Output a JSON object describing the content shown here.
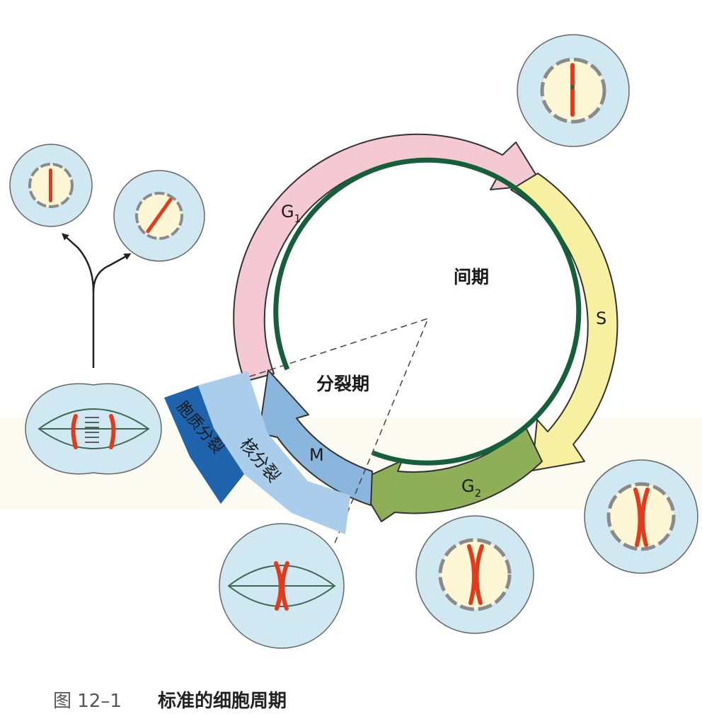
{
  "labels": {
    "g1": "G",
    "g1_sub": "1",
    "s": "S",
    "g2": "G",
    "g2_sub": "2",
    "m": "M",
    "interphase": "间期",
    "mitotic_phase": "分裂期",
    "nuclear_division": "核分裂",
    "cytokinesis": "胞质分裂"
  },
  "caption": {
    "figure_number": "图 12–1",
    "title": "标准的细胞周期"
  },
  "colors": {
    "g1_arrow": "#f5c9d3",
    "s_arrow": "#f6f0a0",
    "g2_arrow": "#8fae58",
    "m_arrow": "#8ab6dd",
    "inner_ring": "#155f3a",
    "cytokinesis_band": "#1f63ad",
    "nuclear_band": "#a9cdea",
    "cell_fill": "#cfe8f1",
    "nucleus_fill": "#fdf6d4",
    "chromosome": "#e43a1c"
  }
}
